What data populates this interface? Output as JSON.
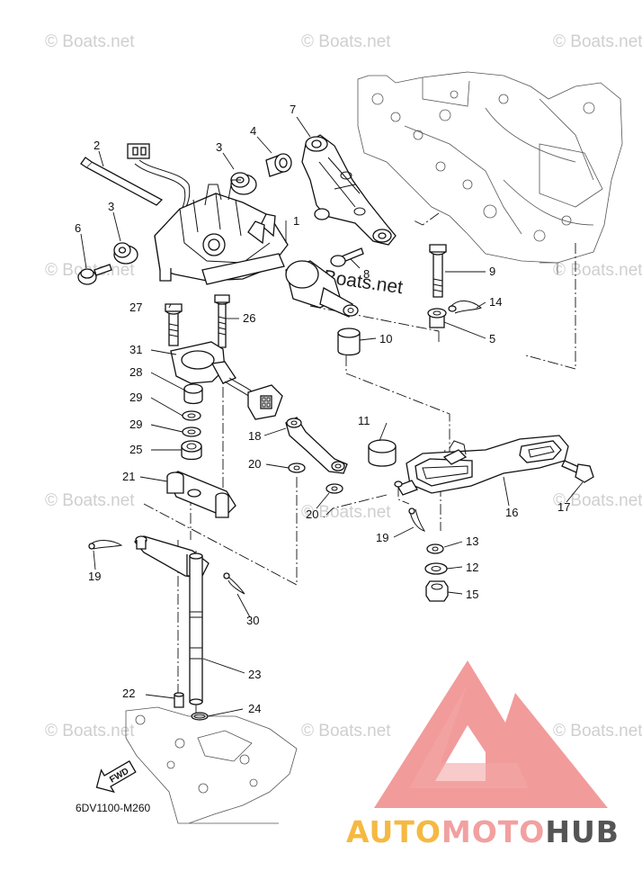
{
  "diagram_code": "6DV1100-M260",
  "fwd_label": "FWD",
  "watermark": "© Boats.net",
  "brand": {
    "part1": "AUTO",
    "part2": "MOTO",
    "part3": "HUB",
    "colors": {
      "auto": "#f5b942",
      "moto": "#f2a0a0",
      "hub": "#555555",
      "logo": "#f08a8a"
    }
  },
  "callouts": [
    "1",
    "2",
    "3",
    "3",
    "4",
    "5",
    "6",
    "7",
    "8",
    "9",
    "10",
    "11",
    "12",
    "13",
    "14",
    "15",
    "16",
    "17",
    "18",
    "19",
    "19",
    "20",
    "20",
    "21",
    "22",
    "23",
    "24",
    "25",
    "26",
    "27",
    "28",
    "29",
    "29",
    "30",
    "31"
  ]
}
